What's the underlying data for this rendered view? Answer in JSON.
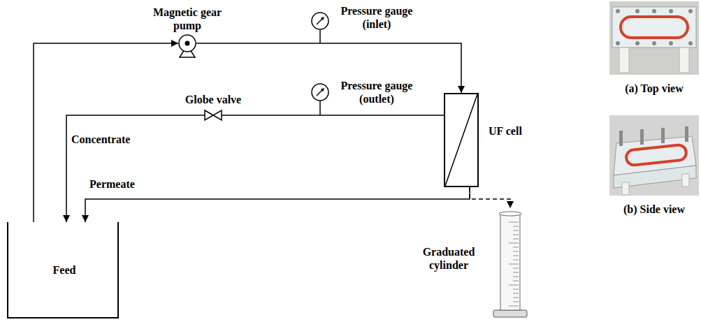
{
  "diagram": {
    "nodes": [
      {
        "text": [
          "Magnetic gear pump"
        ]
      },
      {
        "text": [
          "Pressure gauge (inlet)"
        ]
      },
      {
        "text": [
          "UF cell"
        ]
      },
      {
        "text": [
          "Pressure gauge (outlet)"
        ]
      },
      {
        "text": [
          "Globe valve"
        ]
      },
      {
        "text": [
          "Feed"
        ]
      },
      {
        "text": [
          "Graduated cylinder"
        ]
      },
      {
        "text": [
          "(a) Top view"
        ]
      },
      {
        "text": [
          "(b) Side view"
        ]
      }
    ],
    "edges": [
      {
        "from": 5,
        "to": 0,
        "arrow": "to"
      },
      {
        "from": 0,
        "to": 2,
        "arrow": "to"
      },
      {
        "from": 2,
        "to": 4,
        "arrow": "none"
      },
      {
        "from": 4,
        "to": 5,
        "arrow": "to",
        "label": "Concentrate"
      },
      {
        "from": 2,
        "to": 5,
        "arrow": "to",
        "label": "Permeate"
      },
      {
        "from": 2,
        "to": 6,
        "arrow": "to"
      }
    ]
  }
}
